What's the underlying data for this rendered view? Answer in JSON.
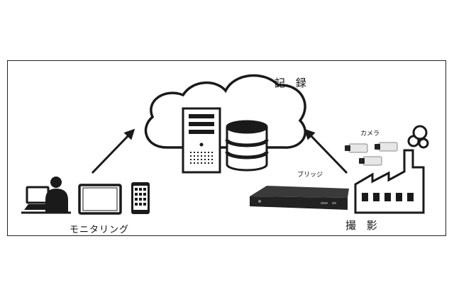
{
  "labels": {
    "record": "記 録",
    "bridge": "ブリッジ",
    "camera": "カメラ",
    "monitoring": "モニタリング",
    "shooting": "撮 影"
  },
  "icons": [
    "cloud-icon",
    "server-icon",
    "database-icon",
    "person-at-computer-icon",
    "tablet-icon",
    "smartphone-icon",
    "bridge-device-icon",
    "security-camera-icon",
    "factory-icon",
    "arrow-icon"
  ],
  "colors": {
    "line": "#1a1a1a",
    "fill": "#ffffff",
    "dark": "#1f1f1f"
  }
}
